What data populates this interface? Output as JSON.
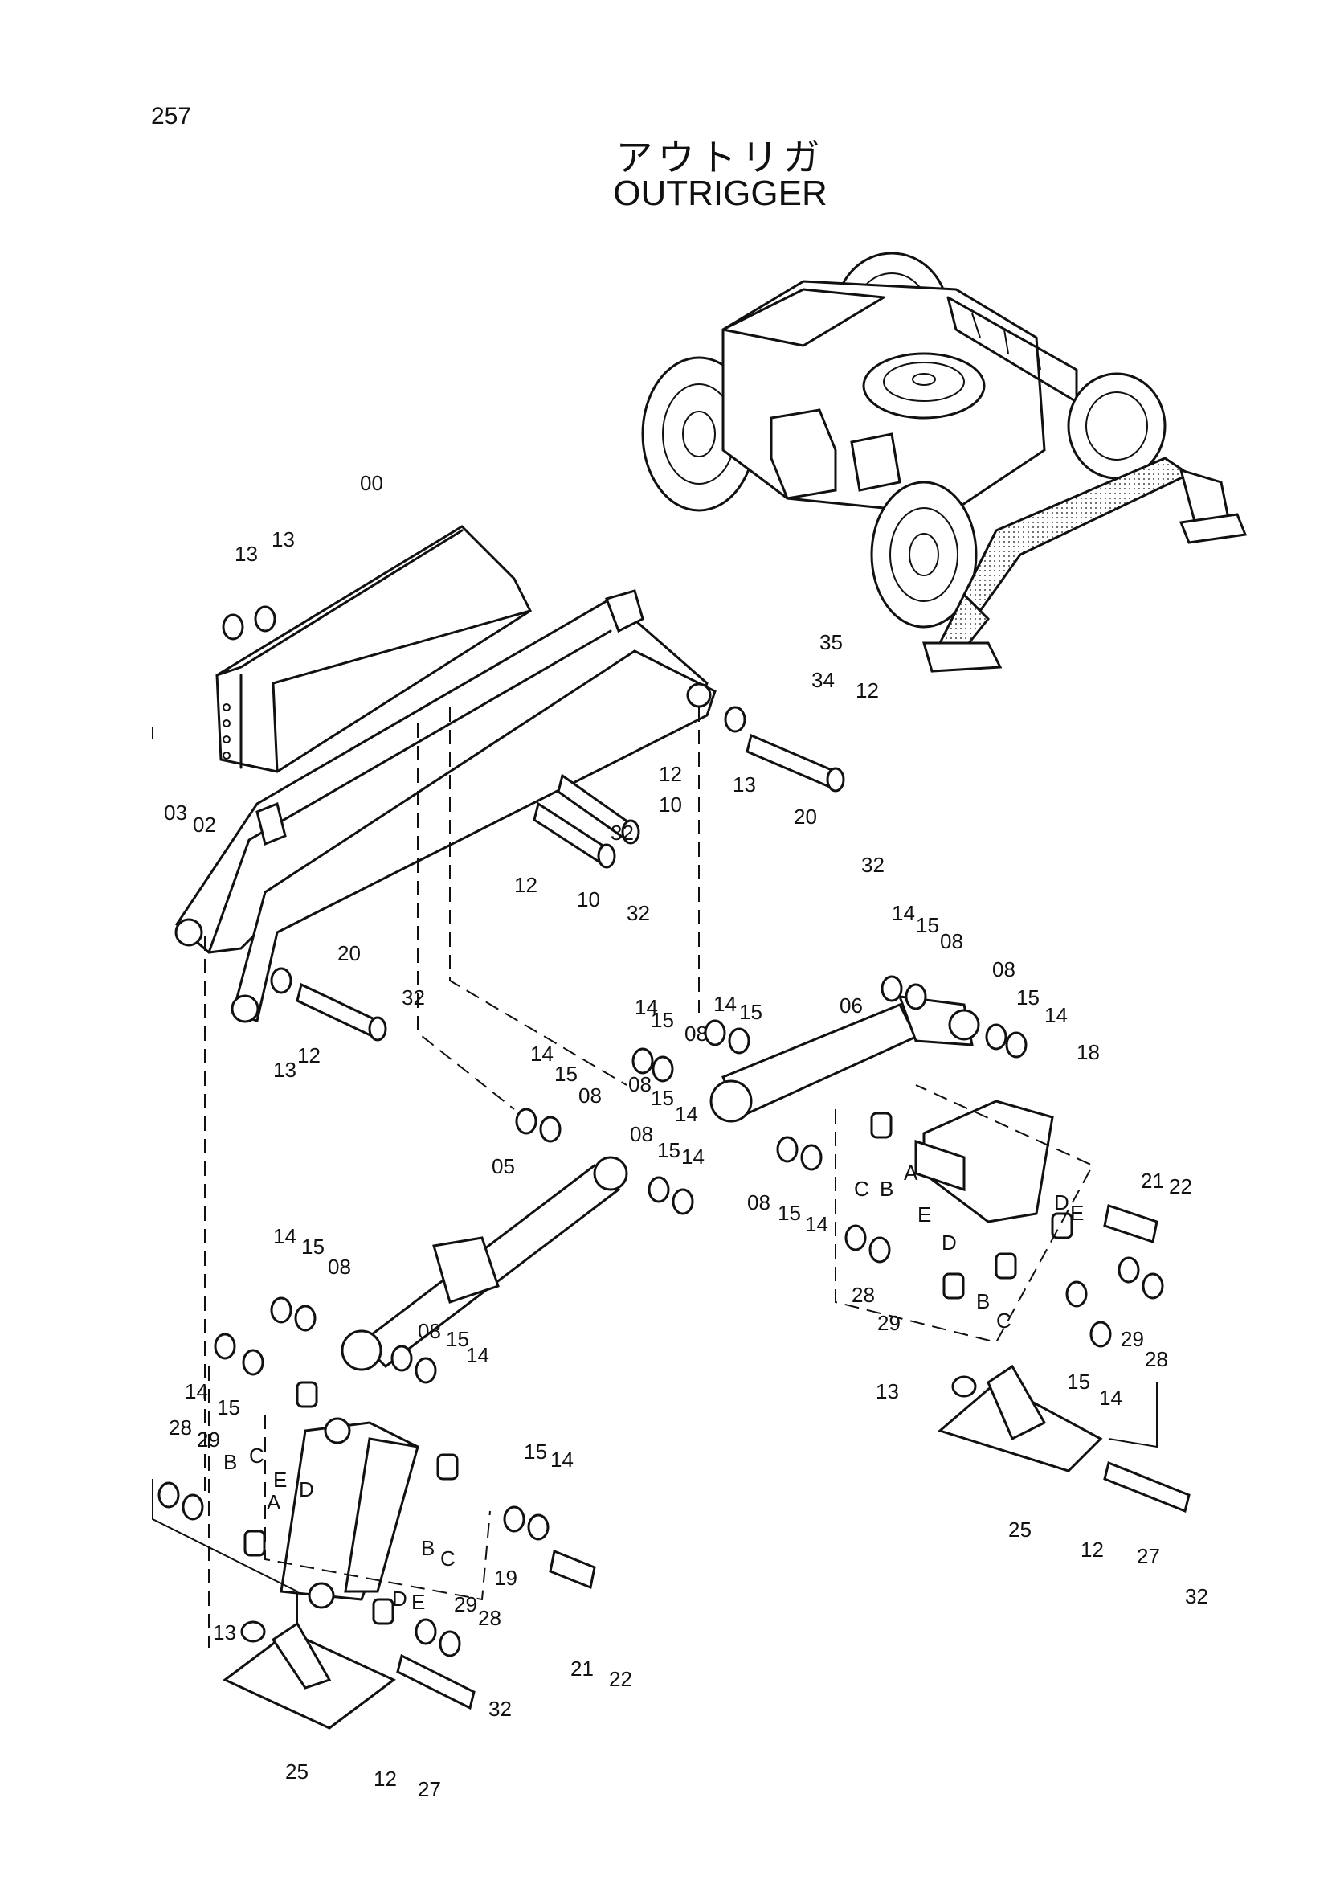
{
  "page_number": "257",
  "title_jp": "アウトリガ",
  "title_en": "OUTRIGGER",
  "callouts": [
    {
      "text": "00"
    },
    {
      "text": "13"
    },
    {
      "text": "13"
    },
    {
      "text": "35"
    },
    {
      "text": "34"
    },
    {
      "text": "12"
    },
    {
      "text": "13"
    },
    {
      "text": "20"
    },
    {
      "text": "32"
    },
    {
      "text": "12"
    },
    {
      "text": "10"
    },
    {
      "text": "32"
    },
    {
      "text": "12"
    },
    {
      "text": "10"
    },
    {
      "text": "32"
    },
    {
      "text": "03"
    },
    {
      "text": "02"
    },
    {
      "text": "20"
    },
    {
      "text": "32"
    },
    {
      "text": "13"
    },
    {
      "text": "12"
    },
    {
      "text": "14"
    },
    {
      "text": "15"
    },
    {
      "text": "08"
    },
    {
      "text": "08"
    },
    {
      "text": "15"
    },
    {
      "text": "14"
    },
    {
      "text": "14"
    },
    {
      "text": "15"
    },
    {
      "text": "14"
    },
    {
      "text": "15"
    },
    {
      "text": "08"
    },
    {
      "text": "06"
    },
    {
      "text": "18"
    },
    {
      "text": "14"
    },
    {
      "text": "15"
    },
    {
      "text": "08"
    },
    {
      "text": "08"
    },
    {
      "text": "15"
    },
    {
      "text": "14"
    },
    {
      "text": "05"
    },
    {
      "text": "08"
    },
    {
      "text": "15"
    },
    {
      "text": "14"
    },
    {
      "text": "08"
    },
    {
      "text": "15"
    },
    {
      "text": "14"
    },
    {
      "text": "C"
    },
    {
      "text": "B"
    },
    {
      "text": "A"
    },
    {
      "text": "E"
    },
    {
      "text": "D"
    },
    {
      "text": "21"
    },
    {
      "text": "22"
    },
    {
      "text": "D"
    },
    {
      "text": "E"
    },
    {
      "text": "28"
    },
    {
      "text": "29"
    },
    {
      "text": "B"
    },
    {
      "text": "C"
    },
    {
      "text": "29"
    },
    {
      "text": "28"
    },
    {
      "text": "15"
    },
    {
      "text": "14"
    },
    {
      "text": "14"
    },
    {
      "text": "15"
    },
    {
      "text": "08"
    },
    {
      "text": "08"
    },
    {
      "text": "15"
    },
    {
      "text": "14"
    },
    {
      "text": "14"
    },
    {
      "text": "15"
    },
    {
      "text": "28"
    },
    {
      "text": "29"
    },
    {
      "text": "C"
    },
    {
      "text": "E"
    },
    {
      "text": "D"
    },
    {
      "text": "B"
    },
    {
      "text": "A"
    },
    {
      "text": "15"
    },
    {
      "text": "14"
    },
    {
      "text": "B"
    },
    {
      "text": "C"
    },
    {
      "text": "D"
    },
    {
      "text": "E"
    },
    {
      "text": "19"
    },
    {
      "text": "29"
    },
    {
      "text": "28"
    },
    {
      "text": "21"
    },
    {
      "text": "22"
    },
    {
      "text": "13"
    },
    {
      "text": "25"
    },
    {
      "text": "12"
    },
    {
      "text": "27"
    },
    {
      "text": "32"
    },
    {
      "text": "13"
    },
    {
      "text": "25"
    },
    {
      "text": "12"
    },
    {
      "text": "27"
    },
    {
      "text": "32"
    }
  ]
}
